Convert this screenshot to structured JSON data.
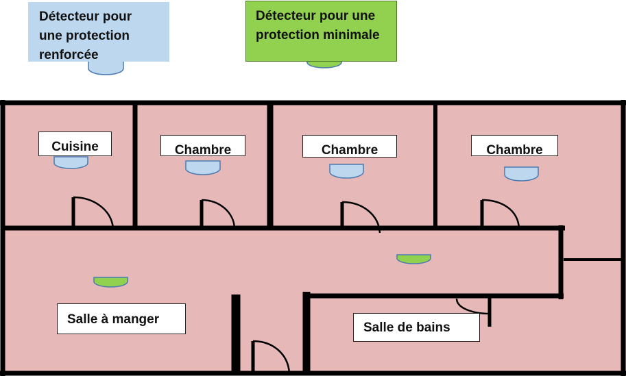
{
  "colors": {
    "room_fill": "#e6b8b8",
    "wall": "#000000",
    "detector_reinforced": "#bdd7ee",
    "detector_minimal": "#92d050",
    "legend_reinforced_bg": "#bdd7ee",
    "legend_minimal_bg": "#92d050"
  },
  "legend": {
    "reinforced": {
      "text": "Détecteur pour une protection renforcée",
      "icon": "detector-reinforced-icon"
    },
    "minimal": {
      "text": "Détecteur pour une protection minimale",
      "icon": "detector-minimal-icon"
    }
  },
  "rooms": {
    "cuisine": "Cuisine",
    "chambre_1": "Chambre",
    "chambre_2": "Chambre",
    "chambre_3": "Chambre",
    "salle_a_manger": "Salle à manger",
    "salle_de_bains": "Salle de bains"
  }
}
